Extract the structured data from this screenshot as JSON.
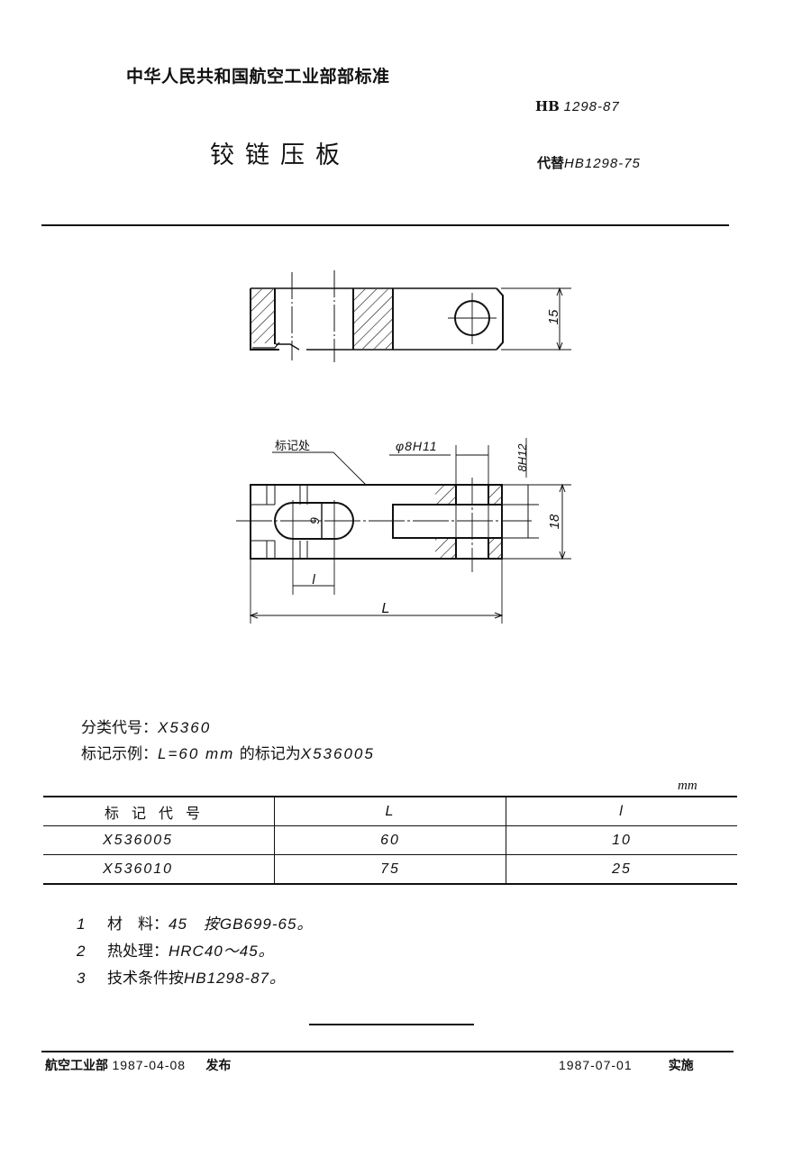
{
  "header": {
    "org_title": "中华人民共和国航空工业部部标准",
    "standard_prefix": "HB",
    "standard_number": "1298-87",
    "doc_title": "铰链压板",
    "replaces_label": "代替",
    "replaces_number": "HB1298-75"
  },
  "drawing": {
    "top_view": {
      "dim_thickness": "15"
    },
    "front_view": {
      "mark_location_label": "标记处",
      "hole_dim": "φ8H11",
      "slot_width_dim": "8H12",
      "height_dim": "18",
      "slot_dim": "9",
      "small_l_dim": "l",
      "length_dim": "L"
    }
  },
  "info": {
    "classification_label": "分类代号：",
    "classification_value": "X5360",
    "marking_example_label": "标记示例：",
    "marking_example_value": "L=60 mm",
    "marking_example_suffix": "的标记为",
    "marking_example_code": "X536005"
  },
  "table": {
    "unit": "mm",
    "headers": [
      "标记代号",
      "L",
      "l"
    ],
    "rows": [
      [
        "X536005",
        "60",
        "10"
      ],
      [
        "X536010",
        "75",
        "25"
      ]
    ]
  },
  "notes": [
    {
      "num": "1",
      "label": "材　料：",
      "text": "45　按",
      "ref": "GB699-65。"
    },
    {
      "num": "2",
      "label": "热处理：",
      "text": "",
      "ref": "HRC40～45。"
    },
    {
      "num": "3",
      "label": "技术条件按",
      "text": "",
      "ref": "HB1298-87。"
    }
  ],
  "footer": {
    "issuer": "航空工业部",
    "issue_date": "1987-04-08",
    "issue_label": "发布",
    "effective_date": "1987-07-01",
    "effective_label": "实施"
  }
}
